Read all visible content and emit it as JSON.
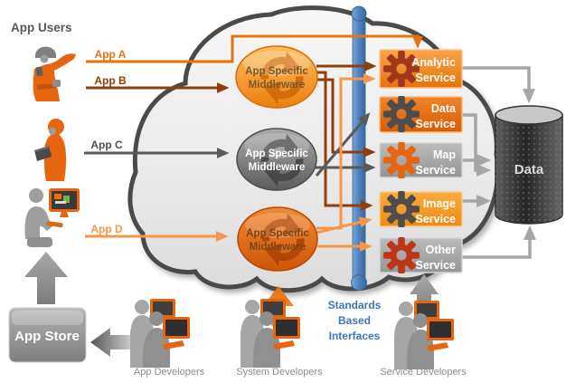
{
  "app_users": {
    "label": "App Users",
    "apps": [
      {
        "label": "App A",
        "color": "#E8720E",
        "line_color": "#E8720E"
      },
      {
        "label": "App B",
        "color": "#8F3E0C",
        "line_color": "#8F3E0C"
      },
      {
        "label": "App C",
        "color": "#4F4F4F",
        "line_color": "#5A5A5A"
      },
      {
        "label": "App D",
        "color": "#F79646",
        "line_color": "#F79646"
      }
    ]
  },
  "middleware": [
    {
      "line1": "App Specific",
      "line2": "Middleware",
      "theme": "orange",
      "text_color": "#7C5728"
    },
    {
      "line1": "App Specific",
      "line2": "Middleware",
      "theme": "gray",
      "text_color": "#FFFFFF"
    },
    {
      "line1": "App Specific",
      "line2": "Middleware",
      "theme": "dark-orange",
      "text_color": "#7A4514"
    }
  ],
  "services": [
    {
      "line1": "Analytic",
      "line2": "Service",
      "box": "orange",
      "gear_color": "#A2371F"
    },
    {
      "line1": "Data",
      "line2": "Service",
      "box": "dark-orange",
      "gear_color": "#4D4D4D"
    },
    {
      "line1": "Map",
      "line2": "Service",
      "box": "gray",
      "gear_color": "#E8650F"
    },
    {
      "line1": "Image",
      "line2": "Service",
      "box": "amber",
      "gear_color": "#4D4D4D"
    },
    {
      "line1": "Other",
      "line2": "Service",
      "box": "gray",
      "gear_color": "#BE3418"
    }
  ],
  "database": {
    "label": "Data",
    "label_color": "#D9D9D9"
  },
  "standards_bar": {
    "line1": "Standards",
    "line2": "Based",
    "line3": "Interfaces",
    "bar_color": "#4E81BD",
    "text_color": "#3C76B8"
  },
  "app_store": {
    "label": "App Store"
  },
  "developer_groups": [
    {
      "label": "App Developers"
    },
    {
      "label": "System Developers"
    },
    {
      "label": "Service Developers"
    }
  ],
  "connections": [
    {
      "from": "App A",
      "to": "Analytic Service",
      "color": "#E8720E"
    },
    {
      "from": "App B",
      "to": "App Specific Middleware (top)",
      "color": "#8F3E0C"
    },
    {
      "from": "App C",
      "to": "App Specific Middleware (middle)",
      "color": "#5A5A5A"
    },
    {
      "from": "App D",
      "to": "App Specific Middleware (bottom)",
      "color": "#F79646"
    },
    {
      "from": "App Specific Middleware (top)",
      "to": "Analytic Service",
      "color": "#8F3E0C"
    },
    {
      "from": "App Specific Middleware (top)",
      "to": "Map Service",
      "color": "#8F3E0C"
    },
    {
      "from": "App Specific Middleware (top)",
      "to": "Image Service",
      "color": "#8F3E0C"
    },
    {
      "from": "App Specific Middleware (middle)",
      "to": "Data Service",
      "color": "#5A5A5A"
    },
    {
      "from": "App Specific Middleware (middle)",
      "to": "Map Service",
      "color": "#5A5A5A"
    },
    {
      "from": "App Specific Middleware (bottom)",
      "to": "Analytic Service",
      "color": "#F79646"
    },
    {
      "from": "App Specific Middleware (bottom)",
      "to": "Image Service",
      "color": "#F79646"
    },
    {
      "from": "App Specific Middleware (bottom)",
      "to": "Other Service",
      "color": "#F79646"
    },
    {
      "from": "Analytic Service",
      "to": "Data",
      "color": "#A6A6A6"
    },
    {
      "from": "Data Service",
      "to": "Data",
      "color": "#A6A6A6"
    },
    {
      "from": "Map Service",
      "to": "Data",
      "color": "#A6A6A6"
    },
    {
      "from": "Image Service",
      "to": "Data",
      "color": "#A6A6A6"
    },
    {
      "from": "Other Service",
      "to": "Data",
      "color": "#A6A6A6"
    },
    {
      "from": "App Store",
      "to": "App User D",
      "color": "#8E8E8E"
    },
    {
      "from": "App Developers",
      "to": "App Store",
      "color": "#6E6E6E"
    },
    {
      "from": "System Developers",
      "to": "Cloud",
      "color": "#E8650F"
    },
    {
      "from": "Service Developers",
      "to": "Other Service",
      "color": "#9A9A9A"
    }
  ],
  "icons": {
    "gear-icon": "service gear",
    "recycle-arrows-icon": "middleware cycle arrows",
    "database-cylinder-icon": "data store",
    "cloud-icon": "cloud platform boundary",
    "worker-gesturing-icon": "app user for App A / App B",
    "worker-laptop-icon": "app user for App C",
    "user-desktop-icon": "app user for App D",
    "developers-workstation-icon": "developer group with monitors"
  }
}
